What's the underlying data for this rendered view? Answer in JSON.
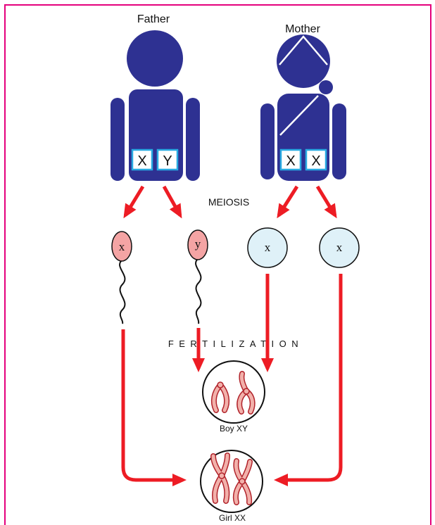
{
  "parents": {
    "father": {
      "label": "Father",
      "chromosomes": [
        "X",
        "Y"
      ]
    },
    "mother": {
      "label": "Mother",
      "chromosomes": [
        "X",
        "X"
      ]
    }
  },
  "process": {
    "meiosis": "MEIOSIS",
    "fertilization": "FERTILIZATION"
  },
  "gametes": {
    "sperm": [
      "x",
      "y"
    ],
    "eggs": [
      "x",
      "x"
    ]
  },
  "offspring": {
    "boy": "Boy XY",
    "girl": "Girl XX"
  },
  "colors": {
    "frame": "#e4007c",
    "figure": "#2e3192",
    "arrow": "#ed1c24",
    "sperm_head": "#f4a4a4",
    "egg": "#dff1f8",
    "chromosome": "#f2b1ab",
    "chromosome_outline": "#b1232b"
  }
}
